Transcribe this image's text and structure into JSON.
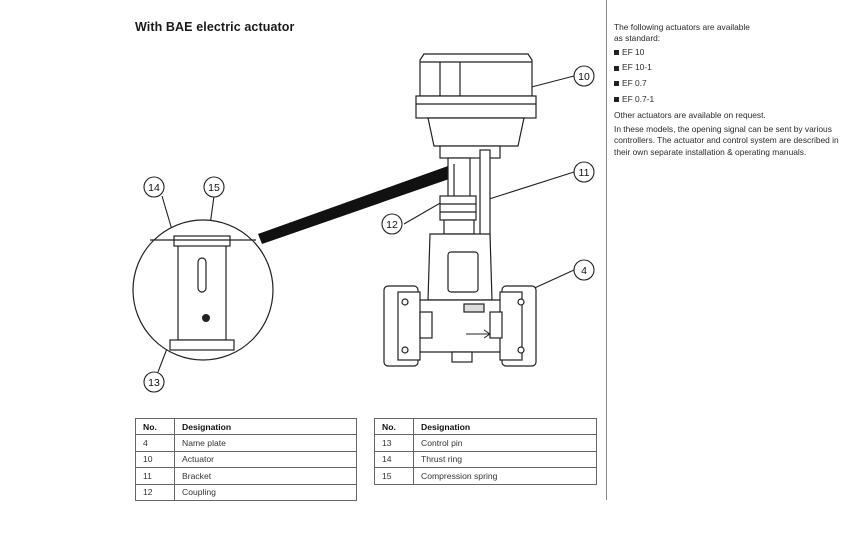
{
  "title": "With BAE electric actuator",
  "diagram": {
    "callouts": [
      "10",
      "11",
      "12",
      "4",
      "14",
      "15",
      "13"
    ]
  },
  "info": {
    "intro_line1": "The following actuators are available",
    "intro_line2": "as standard:",
    "actuators": [
      "EF 10",
      "EF 10-1",
      "EF 0.7",
      "EF 0.7-1"
    ],
    "other": "Other actuators are available on request.",
    "para": [
      "In these models, the opening signal can be sent by various",
      "controllers. The actuator and control system are described in",
      "their own separate installation & operating manuals."
    ]
  },
  "table_left": {
    "headers": [
      "No.",
      "Designation"
    ],
    "rows": [
      [
        "4",
        "Name plate"
      ],
      [
        "10",
        "Actuator"
      ],
      [
        "11",
        "Bracket"
      ],
      [
        "12",
        "Coupling"
      ]
    ]
  },
  "table_right": {
    "headers": [
      "No.",
      "Designation"
    ],
    "rows": [
      [
        "13",
        "Control pin"
      ],
      [
        "14",
        "Thrust ring"
      ],
      [
        "15",
        "Compression spring"
      ]
    ]
  }
}
